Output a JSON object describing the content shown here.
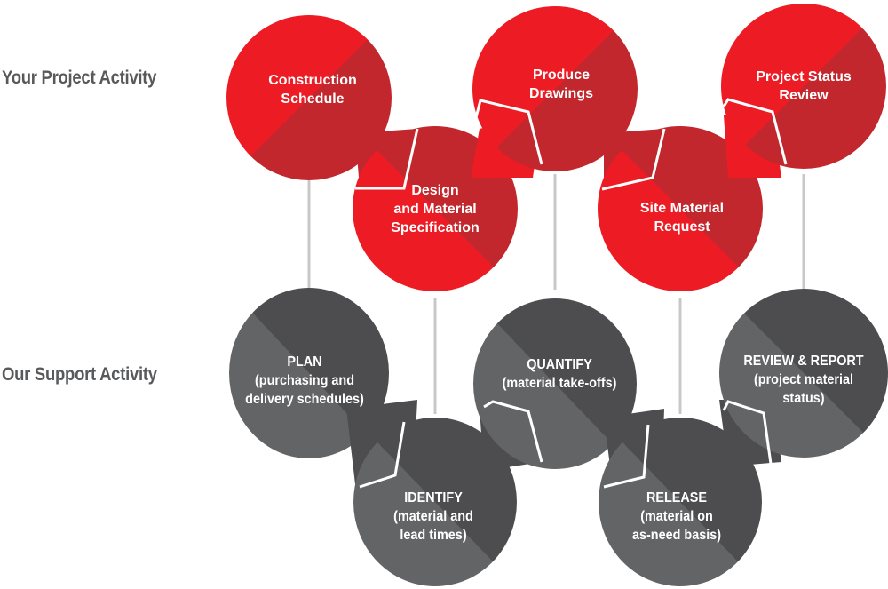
{
  "rows": {
    "top": {
      "label": "Your Project Activity"
    },
    "bottom": {
      "label": "Our Support Activity"
    }
  },
  "colors": {
    "red_light": "#ed1c24",
    "red_dark": "#c1272d",
    "gray_light": "#636466",
    "gray_dark": "#4d4d4f",
    "connector": "#c8c8c8",
    "label_text": "#58595b"
  },
  "project_activities": [
    {
      "line1": "Construction",
      "line2": "Schedule",
      "line3": ""
    },
    {
      "line1": "Design",
      "line2": "and Material",
      "line3": "Specification"
    },
    {
      "line1": "Produce",
      "line2": "Drawings",
      "line3": ""
    },
    {
      "line1": "Site Material",
      "line2": "Request",
      "line3": ""
    },
    {
      "line1": "Project Status",
      "line2": "Review",
      "line3": ""
    }
  ],
  "support_activities": [
    {
      "line1": "PLAN",
      "line2": "(purchasing and",
      "line3": "delivery schedules)"
    },
    {
      "line1": "IDENTIFY",
      "line2": "(material and",
      "line3": "lead times)"
    },
    {
      "line1": "QUANTIFY",
      "line2": "(material take-offs)",
      "line3": ""
    },
    {
      "line1": "RELEASE",
      "line2": "(material on",
      "line3": "as-need basis)"
    },
    {
      "line1": "REVIEW & REPORT",
      "line2": "(project material",
      "line3": "status)"
    }
  ]
}
